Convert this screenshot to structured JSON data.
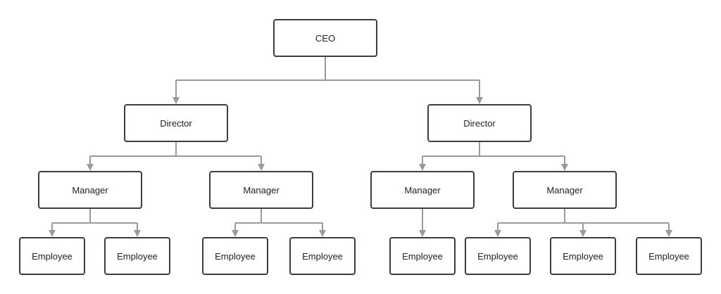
{
  "chart": {
    "ceo": {
      "label": "CEO"
    },
    "directors": [
      {
        "label": "Director"
      },
      {
        "label": "Director"
      }
    ],
    "managers": [
      {
        "label": "Manager"
      },
      {
        "label": "Manager"
      },
      {
        "label": "Manager"
      },
      {
        "label": "Manager"
      }
    ],
    "employees": [
      {
        "label": "Employee"
      },
      {
        "label": "Employee"
      },
      {
        "label": "Employee"
      },
      {
        "label": "Employee"
      },
      {
        "label": "Employee"
      },
      {
        "label": "Employee"
      },
      {
        "label": "Employee"
      },
      {
        "label": "Employee"
      }
    ]
  }
}
